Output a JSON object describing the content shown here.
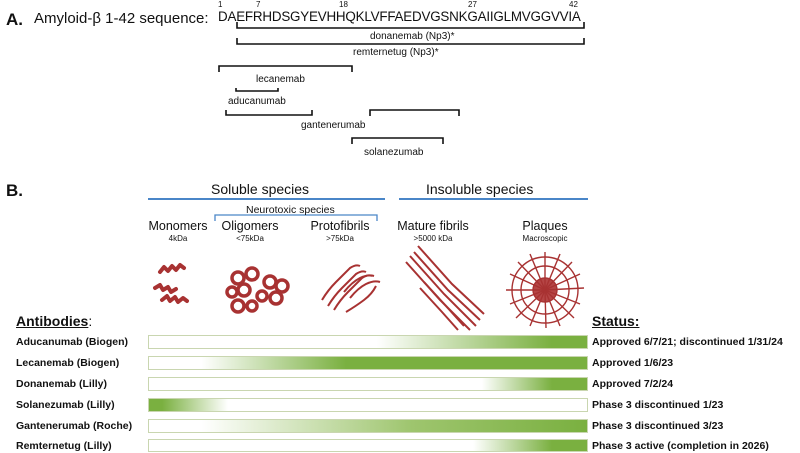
{
  "panelA": {
    "letter": "A.",
    "title": "Amyloid-β 1-42 sequence:",
    "sequence": "DAEFRHDSGYEVHHQKLVFFAEDVGSNKGAIIGLMVGGVVIA",
    "positions": [
      "1",
      "7",
      "18",
      "27",
      "42"
    ],
    "antibodies": [
      "donanemab (Np3)*",
      "remternetug (Np3)*",
      "lecanemab",
      "aducanumab",
      "gantenerumab",
      "solanezumab"
    ]
  },
  "panelB": {
    "letter": "B.",
    "soluble_label": "Soluble species",
    "insoluble_label": "Insoluble species",
    "neurotoxic_label": "Neurotoxic species",
    "species": [
      {
        "name": "Monomers",
        "size": "4kDa"
      },
      {
        "name": "Oligomers",
        "size": "<75kDa"
      },
      {
        "name": "Protofibrils",
        "size": ">75kDa"
      },
      {
        "name": "Mature fibrils",
        "size": ">5000 kDa"
      },
      {
        "name": "Plaques",
        "size": "Macroscopic"
      }
    ],
    "antibodies_header": "Antibodies",
    "antibodies_colon": ":",
    "status_header": "Status:",
    "rows": [
      {
        "antibody": "Aducanumab (Biogen)",
        "status": "Approved 6/7/21; discontinued 1/31/24"
      },
      {
        "antibody": "Lecanemab (Biogen)",
        "status": "Approved 1/6/23"
      },
      {
        "antibody": "Donanemab (Lilly)",
        "status": "Approved 7/2/24"
      },
      {
        "antibody": "Solanezumab (Lilly)",
        "status": "Phase 3 discontinued 1/23"
      },
      {
        "antibody": "Gantenerumab (Roche)",
        "status": "Phase 3 discontinued 3/23"
      },
      {
        "antibody": "Remternetug (Lilly)",
        "status": "Phase 3 active (completion in 2026)"
      }
    ]
  },
  "colors": {
    "bracket_blue": "#4a86c8",
    "aggregate_red": "#a83232",
    "bar_green": "#7ab040"
  }
}
